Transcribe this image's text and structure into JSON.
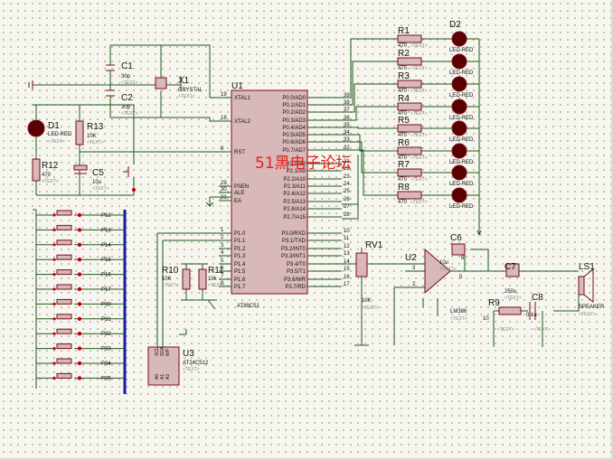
{
  "watermark": "51黑电子论坛",
  "mcu": {
    "ref": "U1",
    "part": "AT89C51",
    "left_pins": [
      {
        "num": "19",
        "name": "XTAL1"
      },
      {
        "num": "18",
        "name": "XTAL2"
      },
      {
        "num": "9",
        "name": "RST"
      },
      {
        "num": "29",
        "name": "PSEN"
      },
      {
        "num": "30",
        "name": "ALE"
      },
      {
        "num": "31",
        "name": "EA"
      },
      {
        "num": "1",
        "name": "P1.0"
      },
      {
        "num": "2",
        "name": "P1.1"
      },
      {
        "num": "3",
        "name": "P1.2"
      },
      {
        "num": "4",
        "name": "P1.3"
      },
      {
        "num": "5",
        "name": "P1.4"
      },
      {
        "num": "6",
        "name": "P1.5"
      },
      {
        "num": "7",
        "name": "P1.6"
      },
      {
        "num": "8",
        "name": "P1.7"
      }
    ],
    "right_pins": [
      {
        "num": "39",
        "name": "P0.0/AD0"
      },
      {
        "num": "38",
        "name": "P0.1/AD1"
      },
      {
        "num": "37",
        "name": "P0.2/AD2"
      },
      {
        "num": "36",
        "name": "P0.3/AD3"
      },
      {
        "num": "35",
        "name": "P0.4/AD4"
      },
      {
        "num": "34",
        "name": "P0.5/AD5"
      },
      {
        "num": "33",
        "name": "P0.6/AD6"
      },
      {
        "num": "32",
        "name": "P0.7/AD7"
      },
      {
        "num": "21",
        "name": "P2.0/A8"
      },
      {
        "num": "22",
        "name": "P2.1/A9"
      },
      {
        "num": "23",
        "name": "P2.2/A10"
      },
      {
        "num": "24",
        "name": "P2.3/A11"
      },
      {
        "num": "25",
        "name": "P2.4/A12"
      },
      {
        "num": "26",
        "name": "P2.5/A13"
      },
      {
        "num": "27",
        "name": "P2.6/A14"
      },
      {
        "num": "28",
        "name": "P2.7/A15"
      },
      {
        "num": "10",
        "name": "P3.0/RXD"
      },
      {
        "num": "11",
        "name": "P3.1/TXD"
      },
      {
        "num": "12",
        "name": "P3.2/INT0"
      },
      {
        "num": "13",
        "name": "P3.3/INT1"
      },
      {
        "num": "14",
        "name": "P3.4/T0"
      },
      {
        "num": "15",
        "name": "P3.5/T1"
      },
      {
        "num": "16",
        "name": "P3.6/WR"
      },
      {
        "num": "17",
        "name": "P3.7/RD"
      }
    ]
  },
  "crystal": {
    "c1_ref": "C1",
    "c1_val": "30p",
    "c2_ref": "C2",
    "c2_val": "30p",
    "x1_ref": "X1",
    "x1_val": "CRYSTAL"
  },
  "reset": {
    "d1_ref": "D1",
    "d1_val": "LED-RED",
    "r13_ref": "R13",
    "r13_val": "10K",
    "r12_ref": "R12",
    "r12_val": "470",
    "c5_ref": "C5",
    "c5_val": "10u"
  },
  "leds": {
    "d2_ref": "D2",
    "led_val": "LED-RED",
    "res_val": "470",
    "resistors": [
      "R1",
      "R2",
      "R3",
      "R4",
      "R5",
      "R6",
      "R7",
      "R8"
    ]
  },
  "buttons": [
    "P12",
    "P13",
    "P14",
    "P15",
    "P16",
    "P17",
    "P30",
    "P31",
    "P32",
    "P33",
    "P34",
    "P35"
  ],
  "eeprom": {
    "r10_ref": "R10",
    "r10_val": "10K",
    "r11_ref": "R11",
    "r11_val": "10k",
    "u3_ref": "U3",
    "u3_part": "AT24C512",
    "pins": [
      "SCL",
      "SDA",
      "WP",
      "A0",
      "A1",
      "A2"
    ]
  },
  "audio": {
    "rv1_ref": "RV1",
    "rv1_val": "10K",
    "u2_ref": "U2",
    "u2_part": "LM386",
    "c6_ref": "C6",
    "c6_val": "10u",
    "c7_ref": "C7",
    "c7_val": "250u",
    "c8_ref": "C8",
    "c8_val": "0.1u",
    "r9_ref": "R9",
    "r9_val": "10",
    "ls1_ref": "LS1",
    "ls1_val": "SPEAKER",
    "u2_pins": [
      "3",
      "2",
      "5",
      "6"
    ]
  },
  "text_placeholder": "<TEXT>",
  "colors": {
    "wire": "#1e5a1e",
    "part_outline": "#7a0c1a",
    "part_fill": "#d8b8b8",
    "bus": "#1a1aa8",
    "led": "#5a0000",
    "watermark": "#e8201a",
    "background": "#f6f6ee"
  }
}
